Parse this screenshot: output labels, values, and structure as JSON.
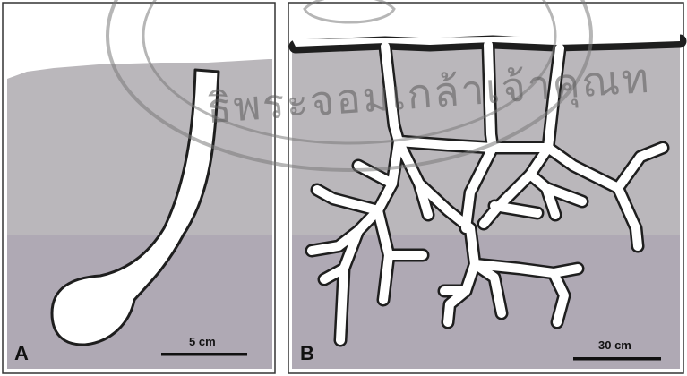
{
  "panels": [
    {
      "label": "A",
      "scale_text": "5 cm"
    },
    {
      "label": "B",
      "scale_text": "30 cm"
    }
  ],
  "watermark": {
    "text": "ธิพระจอมเกล้าเจ้าคุณท"
  },
  "colors": {
    "soil_upper": "#b9b6ba",
    "soil_lower": "#aea8b3",
    "burrow": "#ffffff",
    "outline": "#1e1e1e",
    "frame": "#333333",
    "watermark": "#6a6a6a"
  }
}
